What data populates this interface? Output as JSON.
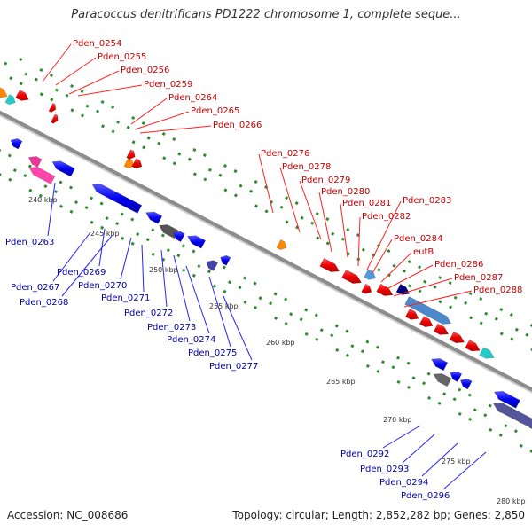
{
  "title": "Paracoccus denitrificans PD1222 chromosome 1, complete seque...",
  "footer": {
    "accession": "Accession: NC_008686",
    "topology": "Topology: circular; Length: 2,852,282 bp; Genes: 2,850"
  },
  "colors": {
    "forward_gene": "#ff0000",
    "reverse_gene": "#0000ff",
    "label_forward": "#cc0000",
    "label_reverse": "#0000aa",
    "backbone": "#8c8c8c",
    "dots": "#2e8b2e"
  },
  "scale_ticks": [
    "240 kbp",
    "245 kbp",
    "250 kbp",
    "255 kbp",
    "260 kbp",
    "265 kbp",
    "270 kbp",
    "275 kbp",
    "280 kbp"
  ],
  "forward_labels": [
    "Pden_0254",
    "Pden_0255",
    "Pden_0256",
    "Pden_0259",
    "Pden_0264",
    "Pden_0265",
    "Pden_0266",
    "Pden_0276",
    "Pden_0278",
    "Pden_0279",
    "Pden_0280",
    "Pden_0281",
    "Pden_0282",
    "Pden_0283",
    "Pden_0284",
    "eutB",
    "Pden_0286",
    "Pden_0287",
    "Pden_0288"
  ],
  "reverse_labels": [
    "Pden_0263",
    "Pden_0269",
    "Pden_0267",
    "Pden_0270",
    "Pden_0268",
    "Pden_0271",
    "Pden_0272",
    "Pden_0273",
    "Pden_0274",
    "Pden_0275",
    "Pden_0277",
    "Pden_0292",
    "Pden_0293",
    "Pden_0294",
    "Pden_0296"
  ]
}
